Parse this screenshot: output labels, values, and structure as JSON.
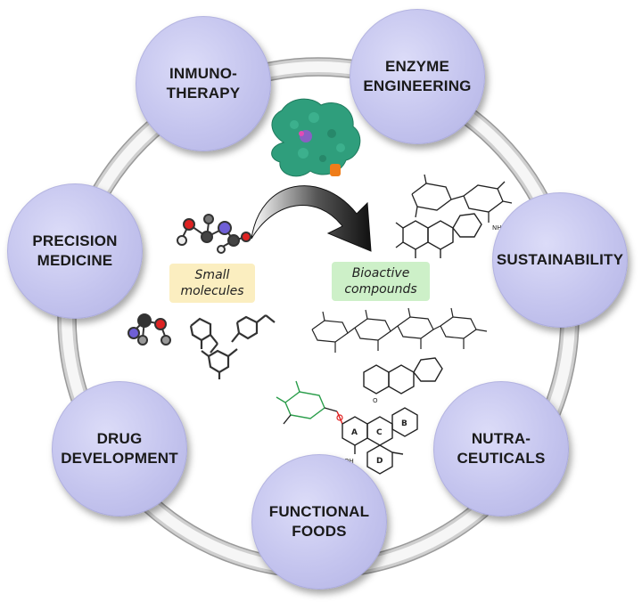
{
  "diagram": {
    "nodes": [
      {
        "id": "inmunotherapy",
        "label": "INMUNO-\nTHERAPY"
      },
      {
        "id": "enzyme-engineering",
        "label": "ENZYME\nENGINEERING"
      },
      {
        "id": "sustainability",
        "label": "SUSTAINABILITY"
      },
      {
        "id": "nutraceuticals",
        "label": "NUTRA-\nCEUTICALS"
      },
      {
        "id": "functional-foods",
        "label": "FUNCTIONAL\nFOODS"
      },
      {
        "id": "drug-development",
        "label": "DRUG\nDEVELOPMENT"
      },
      {
        "id": "precision-medicine",
        "label": "PRECISION\nMEDICINE"
      }
    ],
    "center": {
      "small_molecules_label": "Small\nmolecules",
      "bioactive_label": "Bioactive\ncompounds",
      "small_molecules_color": "#fbeec0",
      "bioactive_color": "#cdf0c8",
      "arrow": "black-curved-arrow"
    },
    "ring_color": "#e4e4e4",
    "node_color": "#c8c8f0",
    "molecule_labels": {
      "acetamido": "NHAc",
      "ring_a": "A",
      "ring_b": "B",
      "ring_c": "C",
      "ring_d": "D",
      "hydroxyl": "OH",
      "oxygen": "O"
    }
  }
}
